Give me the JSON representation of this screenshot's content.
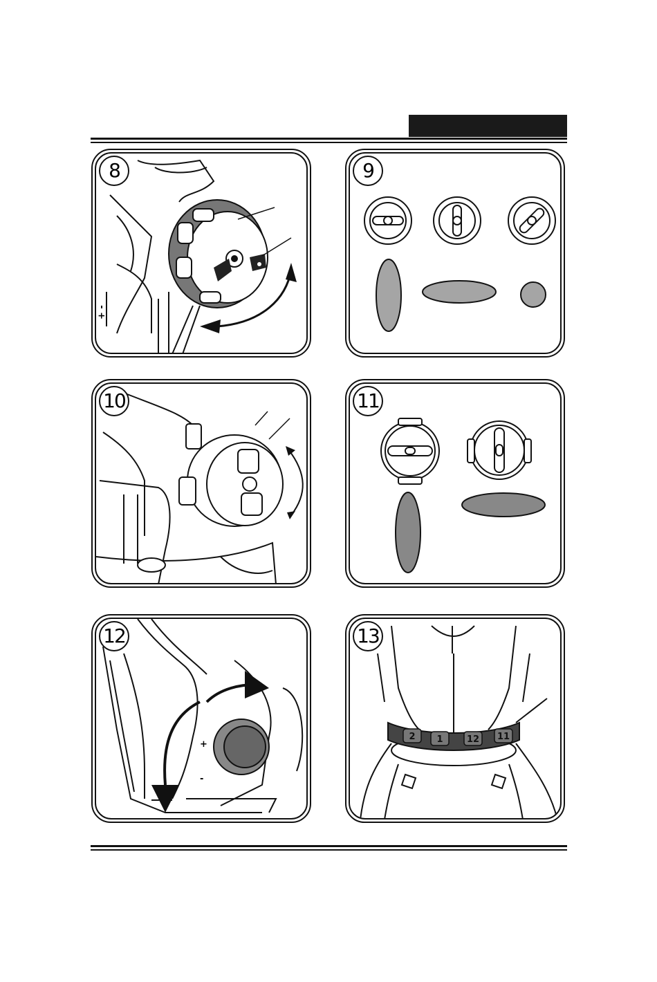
{
  "page": {
    "header_bar_color": "#1a1a1a",
    "panels": [
      {
        "step": "8",
        "subject": "nozzle-ring-rotation"
      },
      {
        "step": "9",
        "subject": "spray-patterns"
      },
      {
        "step": "10",
        "subject": "nozzle-cap-adjustment"
      },
      {
        "step": "11",
        "subject": "spray-patterns-cap"
      },
      {
        "step": "12",
        "subject": "flow-control-knob"
      },
      {
        "step": "13",
        "subject": "power-dial"
      }
    ],
    "dial_settings": [
      "2",
      "1",
      "12",
      "11"
    ],
    "pattern_fill_color": "#a5a5a5",
    "knob_fill_color": "#888888"
  }
}
